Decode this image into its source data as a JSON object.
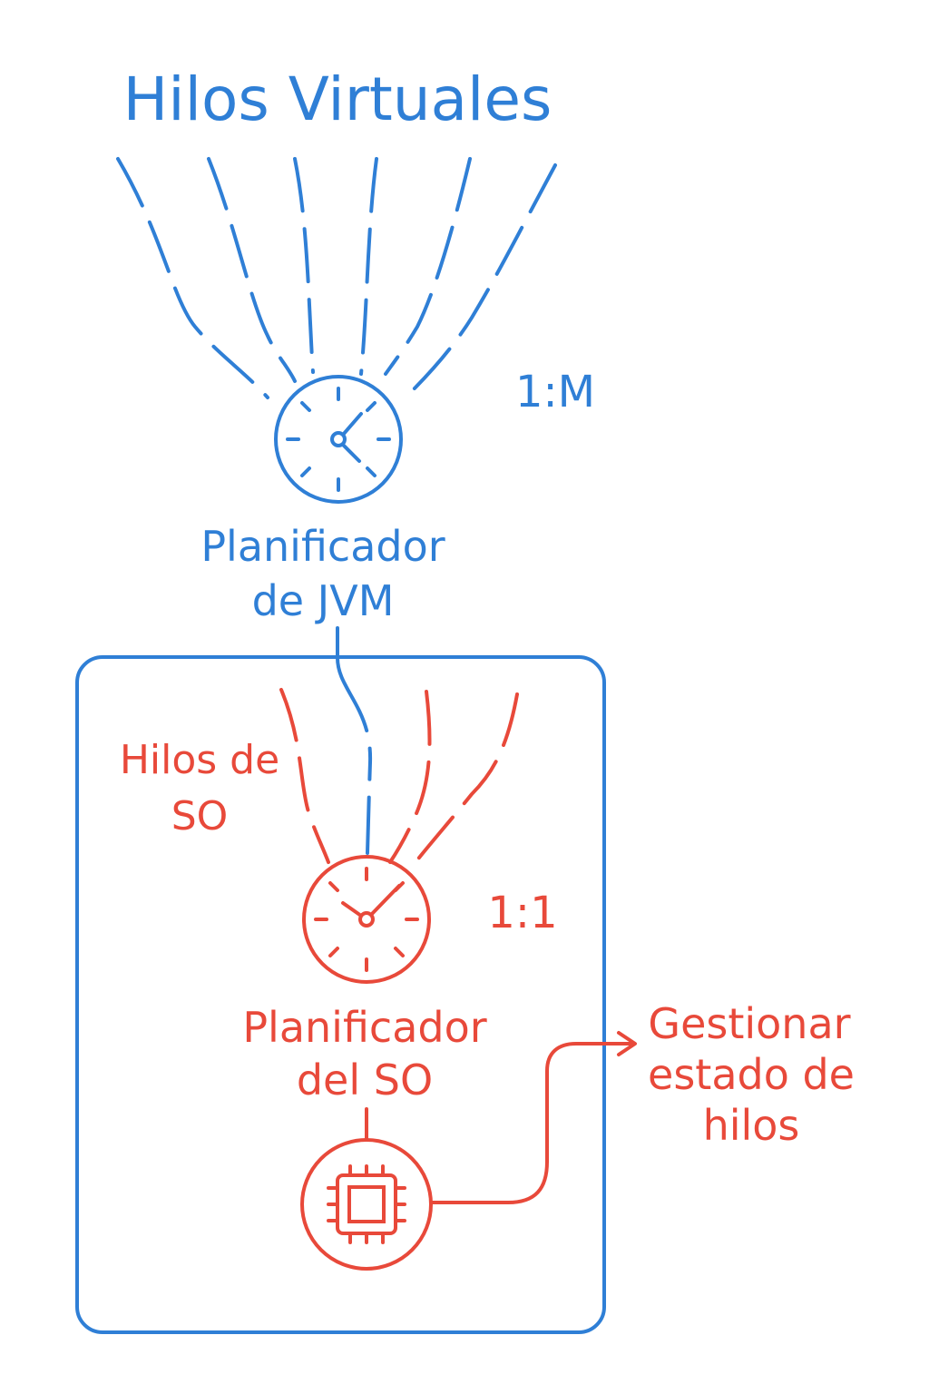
{
  "title": "Hilos Virtuales",
  "ratio_top": "1:M",
  "jvm_scheduler": {
    "line1": "Planificador",
    "line2": "de JVM"
  },
  "os_threads": {
    "line1": "Hilos de",
    "line2": "SO"
  },
  "ratio_bottom": "1:1",
  "os_scheduler": {
    "line1": "Planificador",
    "line2": "del SO"
  },
  "manage": {
    "line1": "Gestionar",
    "line2": "estado de",
    "line3": "hilos"
  },
  "icons": {
    "jvm_clock": "clock-icon",
    "os_clock": "clock-icon",
    "cpu": "cpu-chip-icon"
  },
  "colors": {
    "blue": "#2f7fd6",
    "red": "#e8493a"
  }
}
